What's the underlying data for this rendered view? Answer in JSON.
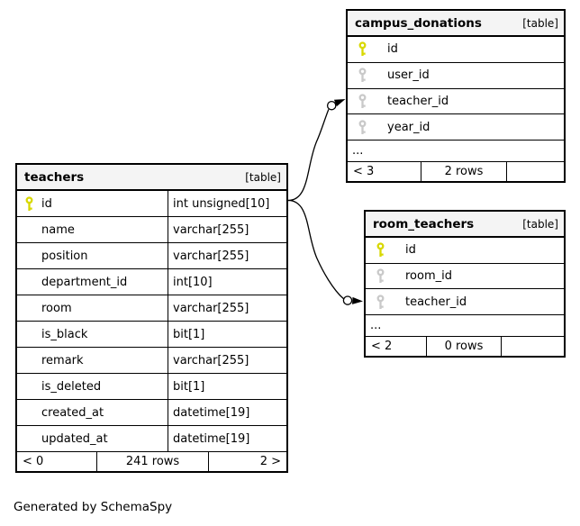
{
  "note": "Generated by SchemaSpy",
  "colors": {
    "primary_key_icon": "#d8d800",
    "foreign_key_icon": "#c9c9c9",
    "header_bg": "#f4f4f4",
    "border": "#000000"
  },
  "edges": [
    {
      "from": "teachers.id",
      "to": "campus_donations.teacher_id"
    },
    {
      "from": "teachers.id",
      "to": "room_teachers.teacher_id"
    }
  ],
  "tables": [
    {
      "name": "teachers",
      "badge": "[table]",
      "columns": [
        {
          "name": "id",
          "type": "int unsigned[10]",
          "key": "primary"
        },
        {
          "name": "name",
          "type": "varchar[255]",
          "key": "none"
        },
        {
          "name": "position",
          "type": "varchar[255]",
          "key": "none"
        },
        {
          "name": "department_id",
          "type": "int[10]",
          "key": "none"
        },
        {
          "name": "room",
          "type": "varchar[255]",
          "key": "none"
        },
        {
          "name": "is_black",
          "type": "bit[1]",
          "key": "none"
        },
        {
          "name": "remark",
          "type": "varchar[255]",
          "key": "none"
        },
        {
          "name": "is_deleted",
          "type": "bit[1]",
          "key": "none"
        },
        {
          "name": "created_at",
          "type": "datetime[19]",
          "key": "none"
        },
        {
          "name": "updated_at",
          "type": "datetime[19]",
          "key": "none"
        }
      ],
      "footer": {
        "prev": "< 0",
        "rows": "241 rows",
        "next": "2 >"
      }
    },
    {
      "name": "campus_donations",
      "badge": "[table]",
      "columns": [
        {
          "name": "id",
          "key": "primary"
        },
        {
          "name": "user_id",
          "key": "foreign"
        },
        {
          "name": "teacher_id",
          "key": "foreign"
        },
        {
          "name": "year_id",
          "key": "foreign"
        }
      ],
      "ellipsis": "...",
      "footer": {
        "prev": "< 3",
        "rows": "2 rows",
        "next": ""
      }
    },
    {
      "name": "room_teachers",
      "badge": "[table]",
      "columns": [
        {
          "name": "id",
          "key": "primary"
        },
        {
          "name": "room_id",
          "key": "foreign"
        },
        {
          "name": "teacher_id",
          "key": "foreign"
        }
      ],
      "ellipsis": "...",
      "footer": {
        "prev": "< 2",
        "rows": "0 rows",
        "next": ""
      }
    }
  ]
}
